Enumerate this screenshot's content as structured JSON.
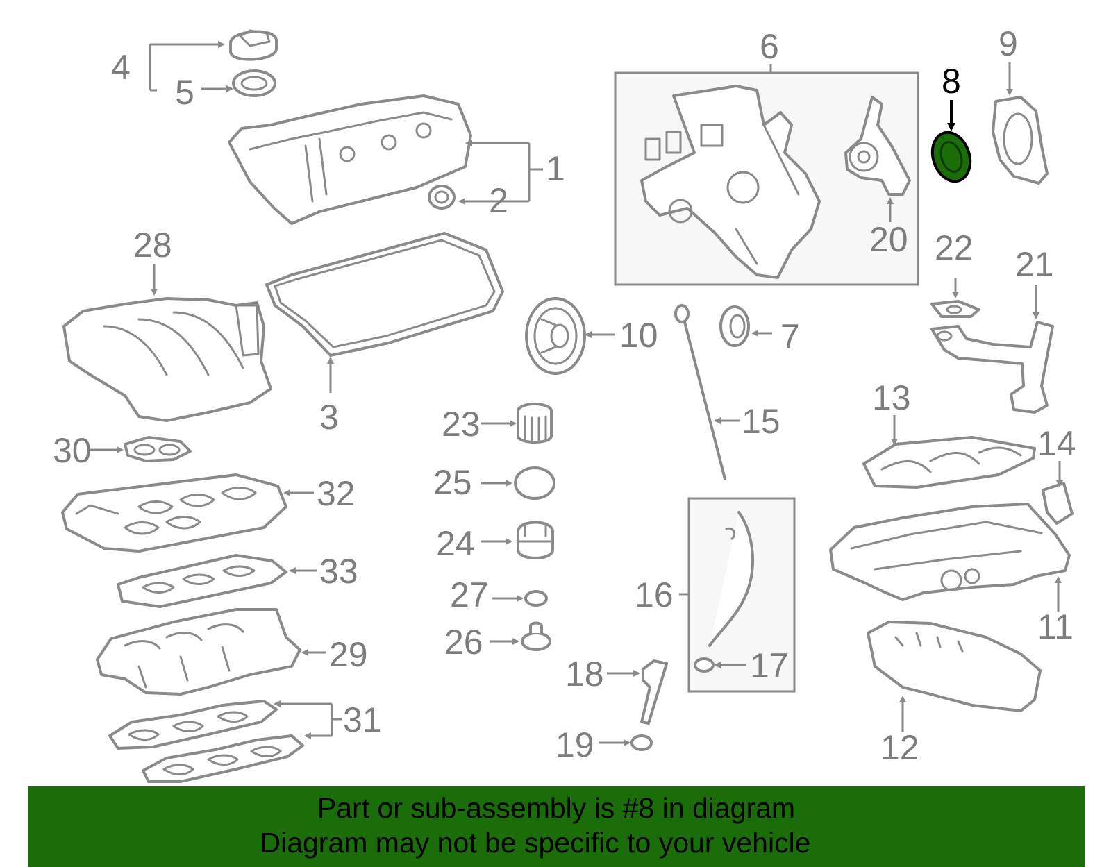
{
  "diagram": {
    "highlight_color": "#1a6d08",
    "callouts": {
      "c1": "1",
      "c2": "2",
      "c3": "3",
      "c4": "4",
      "c5": "5",
      "c6": "6",
      "c7": "7",
      "c8": "8",
      "c9": "9",
      "c10": "10",
      "c11": "11",
      "c12": "12",
      "c13": "13",
      "c14": "14",
      "c15": "15",
      "c16": "16",
      "c17": "17",
      "c18": "18",
      "c19": "19",
      "c20": "20",
      "c21": "21",
      "c22": "22",
      "c23": "23",
      "c24": "24",
      "c25": "25",
      "c26": "26",
      "c27": "27",
      "c28": "28",
      "c29": "29",
      "c30": "30",
      "c31": "31",
      "c32": "32",
      "c33": "33"
    }
  },
  "banner": {
    "line1": "Part or sub-assembly is #8 in diagram",
    "line2": "Diagram may not be specific to your vehicle",
    "background": "#1a6d08"
  }
}
